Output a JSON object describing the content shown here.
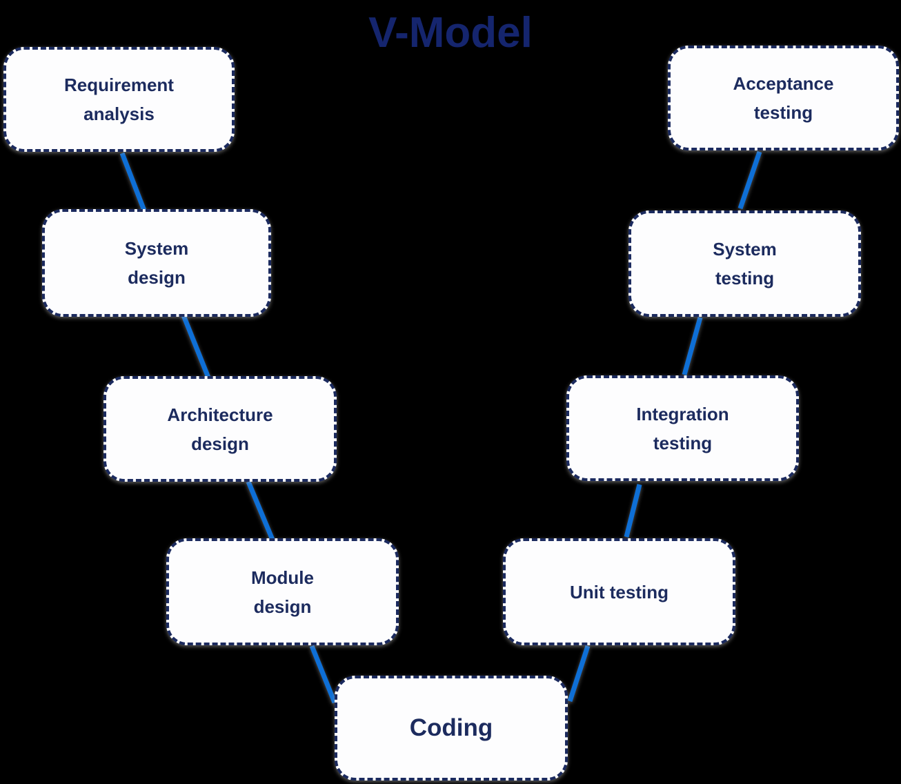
{
  "title": "V-Model",
  "boxes": [
    {
      "name": "requirement-analysis",
      "label": "Requirement\nanalysis"
    },
    {
      "name": "system-design",
      "label": "System\ndesign"
    },
    {
      "name": "architecture-design",
      "label": "Architecture\ndesign"
    },
    {
      "name": "module-design",
      "label": "Module\ndesign"
    },
    {
      "name": "coding",
      "label": "Coding"
    },
    {
      "name": "unit-testing",
      "label": "Unit testing"
    },
    {
      "name": "integration-testing",
      "label": "Integration\ntesting"
    },
    {
      "name": "system-testing",
      "label": "System\ntesting"
    },
    {
      "name": "acceptance-testing",
      "label": "Acceptance\ntesting"
    }
  ],
  "colors": {
    "background": "#000000",
    "box_fill": "#fdfdfe",
    "box_border_navy": "#1b2a5e",
    "label_navy": "#1c2b5e",
    "title_navy": "#15256e",
    "connector_blue": "#0e6fd6"
  }
}
